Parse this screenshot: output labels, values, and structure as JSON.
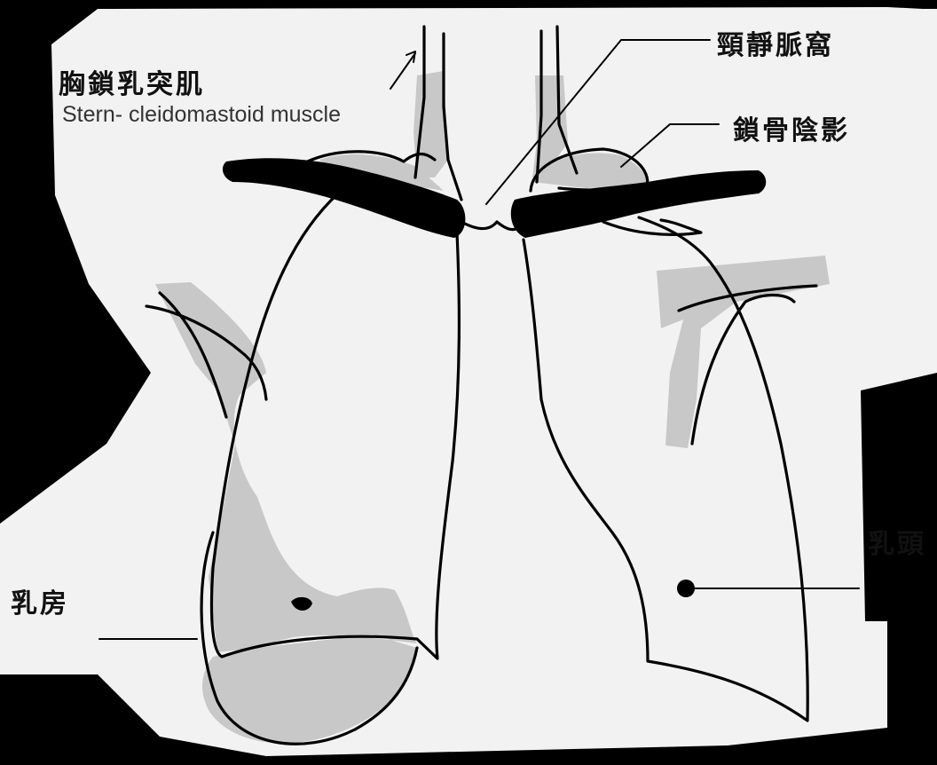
{
  "labels": {
    "scm_cn": "胸鎖乳突肌",
    "scm_en": "Stern- cleidomastoid muscle",
    "jugular_notch": "頸靜脈窩",
    "clavicle_shadow": "鎖骨陰影",
    "nipple": "乳頭",
    "breast": "乳房"
  },
  "colors": {
    "background": "#000000",
    "paper": "#f2f2f2",
    "shade": "#c8c8c8",
    "ink": "#000000"
  }
}
